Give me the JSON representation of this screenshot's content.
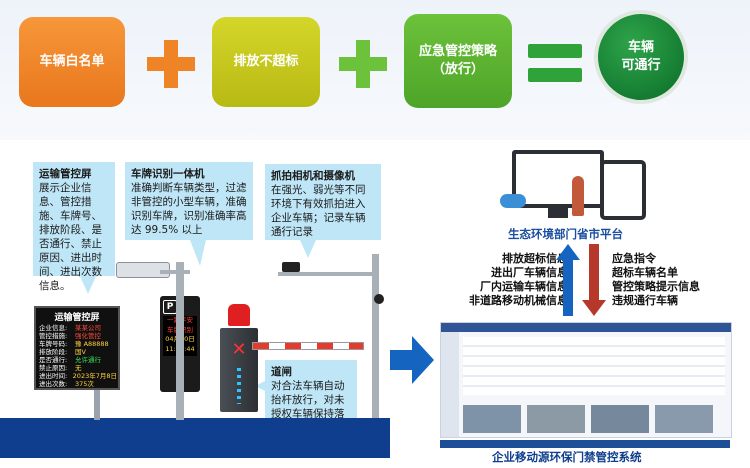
{
  "formula": {
    "whitelist": "车辆白名单",
    "emission": "排放不超标",
    "emergency_line1": "应急管控策略",
    "emergency_line2": "（放行）",
    "result_line1": "车辆",
    "result_line2": "可通行"
  },
  "callouts": {
    "control_screen": {
      "title": "运输管控屏",
      "body": "展示企业信息、管控措施、车牌号、排放阶段、是否通行、禁止原因、进出时间、进出次数信息。"
    },
    "plate_recognition": {
      "title": "车牌识别一体机",
      "body": "准确判断车辆类型，过滤非管控的小型车辆，准确识别车牌，识别准确率高达 99.5% 以上"
    },
    "camera": {
      "title": "抓拍相机和摄像机",
      "body": "在强光、弱光等不同环境下有效抓拍进入企业车辆；记录车辆通行记录"
    },
    "barrier": {
      "title": "道闸",
      "body": "对合法车辆自动抬杆放行，对未授权车辆保持落杆状态。"
    }
  },
  "screen": {
    "title": "运输管控屏",
    "rows": [
      {
        "label": "企业信息:",
        "value": "某某公司"
      },
      {
        "label": "管控措施:",
        "value": "强化管控"
      },
      {
        "label": "车牌号码:",
        "value": "豫 A88888"
      },
      {
        "label": "排放阶段:",
        "value": "国V"
      },
      {
        "label": "是否通行:",
        "value": "允许通行"
      },
      {
        "label": "禁止原因:",
        "value": "无"
      },
      {
        "label": "进出时间:",
        "value": "2023年7月8日"
      },
      {
        "label": "进出次数:",
        "value": "375次"
      }
    ]
  },
  "plate_display": {
    "line1": "一路平安",
    "line2": "车牌识别",
    "line3": "04月20日",
    "line4": "11:30:44"
  },
  "platform": {
    "label": "生态环境部门省市平台",
    "up_info": [
      "排放超标信息",
      "进出厂车辆信息",
      "厂内运输车辆信息",
      "非道路移动机械信息"
    ],
    "down_info": [
      "应急指令",
      "超标车辆名单",
      "管控策略提示信息",
      "违规通行车辆"
    ]
  },
  "system_label": "企业移动源环保门禁管控系统",
  "colors": {
    "orange": "#ef8426",
    "yellow": "#c6c81e",
    "green": "#5cb431",
    "dark_green": "#1a8a38",
    "callout_bg": "#bfe6f7",
    "arrow_blue": "#1565c0",
    "arrow_red": "#c0392b"
  }
}
